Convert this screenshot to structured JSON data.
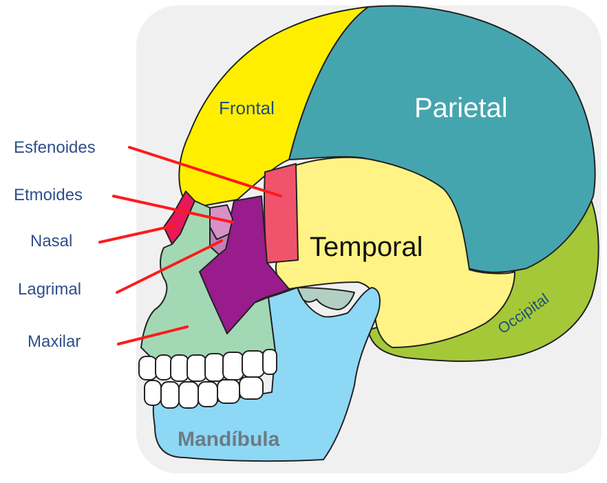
{
  "diagram": {
    "bones": {
      "frontal": {
        "label": "Frontal",
        "color": "#ffee00"
      },
      "parietal": {
        "label": "Parietal",
        "color": "#45a5ae"
      },
      "temporal": {
        "label": "Temporal",
        "color": "#fff385"
      },
      "occipital": {
        "label": "Occipital",
        "color": "#a5c838"
      },
      "mandibula": {
        "label": "Mandíbula",
        "color": "#8dd8f5"
      },
      "esfenoides": {
        "label": "Esfenoides",
        "color": "#f0546c"
      },
      "etmoides": {
        "label": "Etmoides",
        "color": "#d890c8"
      },
      "nasal": {
        "label": "Nasal",
        "color": "#e8185a"
      },
      "lagrimal": {
        "label": "Lagrimal",
        "color": "#c080b8"
      },
      "maxilar": {
        "label": "Maxilar",
        "color": "#a3d8b5"
      },
      "cigomatico": {
        "color": "#981c8c"
      }
    },
    "pointer_color": "#ff1a1a",
    "background_panel_color": "#f0f0f0"
  }
}
